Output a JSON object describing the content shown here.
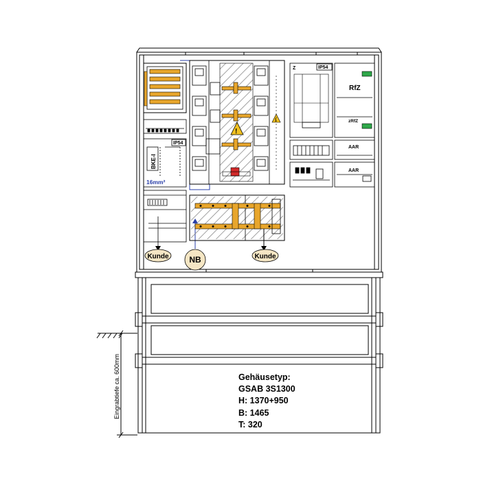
{
  "labels": {
    "ip54_left": "IP54",
    "ip54_right": "IP54",
    "bke": "BKE-I",
    "cross_section": "16mm²",
    "z": "Z",
    "rfz": "RfZ",
    "zrfz": "zRfZ",
    "aar_top": "AAR",
    "aar_bottom": "AAR",
    "kunde_left": "Kunde",
    "kunde_right": "Kunde",
    "nb": "NB",
    "depth": "Eingrabtiefe ca. 600mm"
  },
  "spec": {
    "heading": "Gehäusetyp:",
    "model": "GSAB 3S1300",
    "height": "H: 1370+950",
    "width": "B: 1465",
    "depth": "T: 320"
  },
  "colors": {
    "line": "#000000",
    "busbar": "#e8a62c",
    "hatch": "#8a8a8a",
    "blue_wire": "#2a3fa8",
    "label_fill": "#f5e6c4",
    "red": "#d22a2a",
    "green": "#2fa84a",
    "warning": "#f0c020"
  }
}
